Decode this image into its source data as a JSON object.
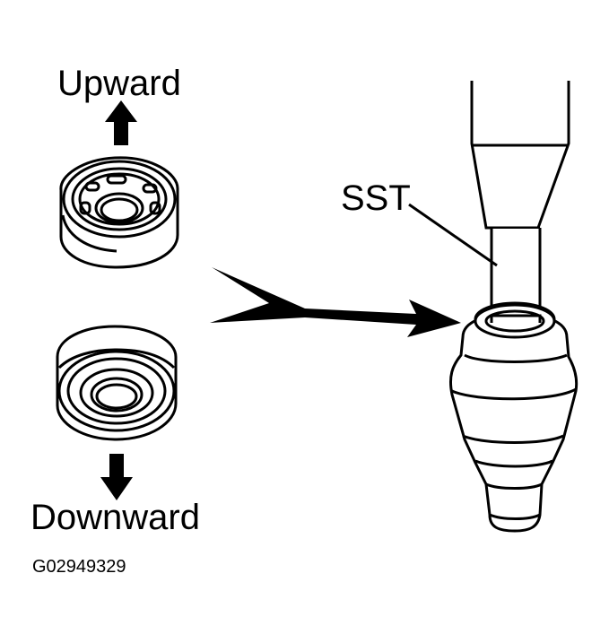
{
  "labels": {
    "upward": "Upward",
    "downward": "Downward",
    "sst": "SST",
    "figure_code": "G02949329"
  },
  "colors": {
    "ink": "#000000",
    "paper": "#ffffff"
  },
  "icons": {
    "up_arrow": "arrow-up-icon",
    "down_arrow": "arrow-down-icon",
    "pointer_arrow": "arrow-right-icon"
  }
}
